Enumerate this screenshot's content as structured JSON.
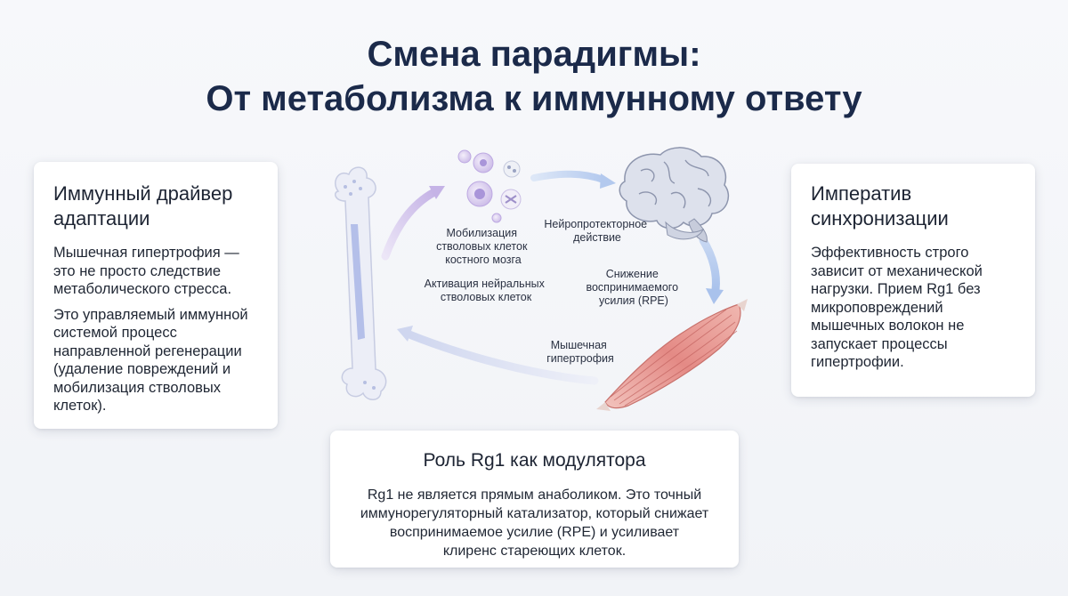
{
  "title": {
    "line1": "Смена парадигмы:",
    "line2": "От метаболизма к иммунному ответу"
  },
  "left_card": {
    "heading_line1": "Иммунный драйвер",
    "heading_line2": "адаптации",
    "para1_lines": [
      "Мышечная гипертрофия —",
      "это не просто следствие",
      "метаболического стресса."
    ],
    "para2_lines": [
      "Это управляемый иммунной",
      "системой процесс",
      "направленной регенерации",
      "(удаление повреждений и",
      "мобилизация стволовых",
      "клеток)."
    ]
  },
  "right_card": {
    "heading_line1": "Императив",
    "heading_line2": "синхронизации",
    "body_lines": [
      "Эффективность строго",
      "зависит от механической",
      "нагрузки. Прием Rg1 без",
      "микроповреждений",
      "мышечных волокон не",
      "запускает процессы",
      "гипертрофии."
    ]
  },
  "bottom_card": {
    "heading": "Роль Rg1 как модулятора",
    "body_lines": [
      "Rg1 не является прямым анаболиком. Это точный",
      "иммунорегуляторный катализатор, который снижает",
      "воспринимаемое усилие (RPE) и усиливает",
      "клиренс стареющих клеток."
    ]
  },
  "diagram": {
    "label_mobilization": [
      "Мобилизация",
      "стволовых клеток",
      "костного мозга"
    ],
    "label_activation": [
      "Активация нейральных",
      "стволовых клеток"
    ],
    "label_neuro": [
      "Нейропротекторное",
      "действие"
    ],
    "label_rpe": [
      "Снижение",
      "воспринимаемого",
      "усилия (RPE)"
    ],
    "label_hypertrophy": [
      "Мышечная",
      "гипертрофия"
    ],
    "icons": [
      "bone-icon",
      "stem-cells-icon",
      "brain-icon",
      "muscle-icon"
    ],
    "colors": {
      "arrow_purple": "#c9b8e8",
      "arrow_blue": "#b9cdee",
      "bone": "#e6e9f5",
      "bone_marrow": "#a9b5e8",
      "muscle": "#e58b8b",
      "brain": "#d7dce8"
    }
  }
}
